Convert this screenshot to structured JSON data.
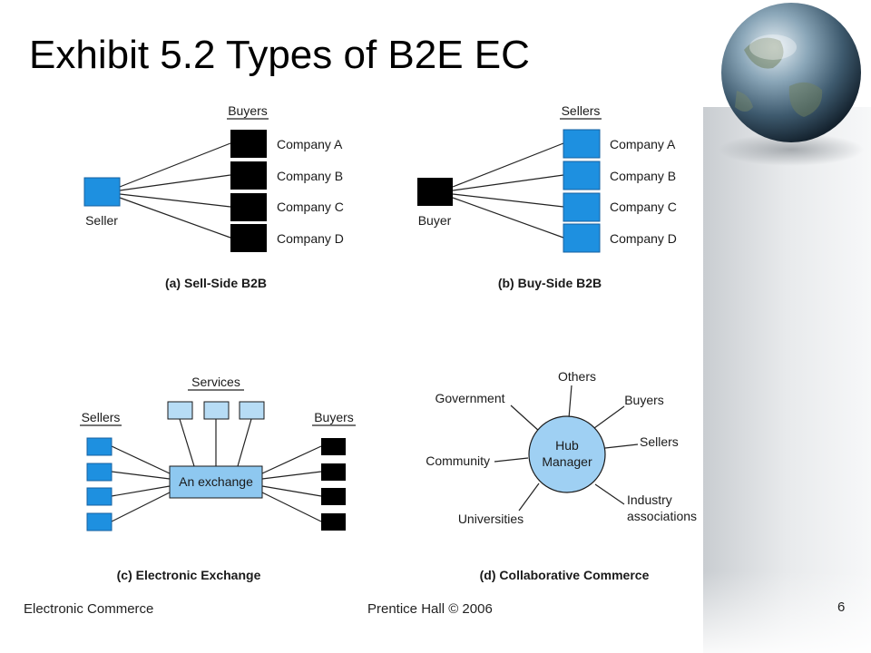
{
  "slide": {
    "title": "Exhibit 5.2 Types of B2E EC",
    "footer_left": "Electronic Commerce",
    "footer_center": "Prentice Hall © 2006",
    "page_number": "6"
  },
  "colors": {
    "blue_box": "#1e90e0",
    "light_blue_box": "#b7dcf5",
    "black_box": "#000000",
    "hub_fill": "#9fd0f3",
    "exchange_fill": "#8ec8f0"
  },
  "panel_a": {
    "header": "Buyers",
    "companies": [
      "Company A",
      "Company B",
      "Company C",
      "Company D"
    ],
    "node": "Seller",
    "caption": "(a) Sell-Side B2B"
  },
  "panel_b": {
    "header": "Sellers",
    "companies": [
      "Company A",
      "Company B",
      "Company C",
      "Company D"
    ],
    "node": "Buyer",
    "caption": "(b) Buy-Side B2B"
  },
  "panel_c": {
    "services_label": "Services",
    "sellers_label": "Sellers",
    "buyers_label": "Buyers",
    "exchange_label": "An exchange",
    "caption": "(c) Electronic Exchange"
  },
  "panel_d": {
    "hub_line1": "Hub",
    "hub_line2": "Manager",
    "others": "Others",
    "government": "Government",
    "buyers": "Buyers",
    "sellers": "Sellers",
    "community": "Community",
    "universities": "Universities",
    "industry_line1": "Industry",
    "industry_line2": "associations",
    "caption": "(d) Collaborative Commerce"
  }
}
